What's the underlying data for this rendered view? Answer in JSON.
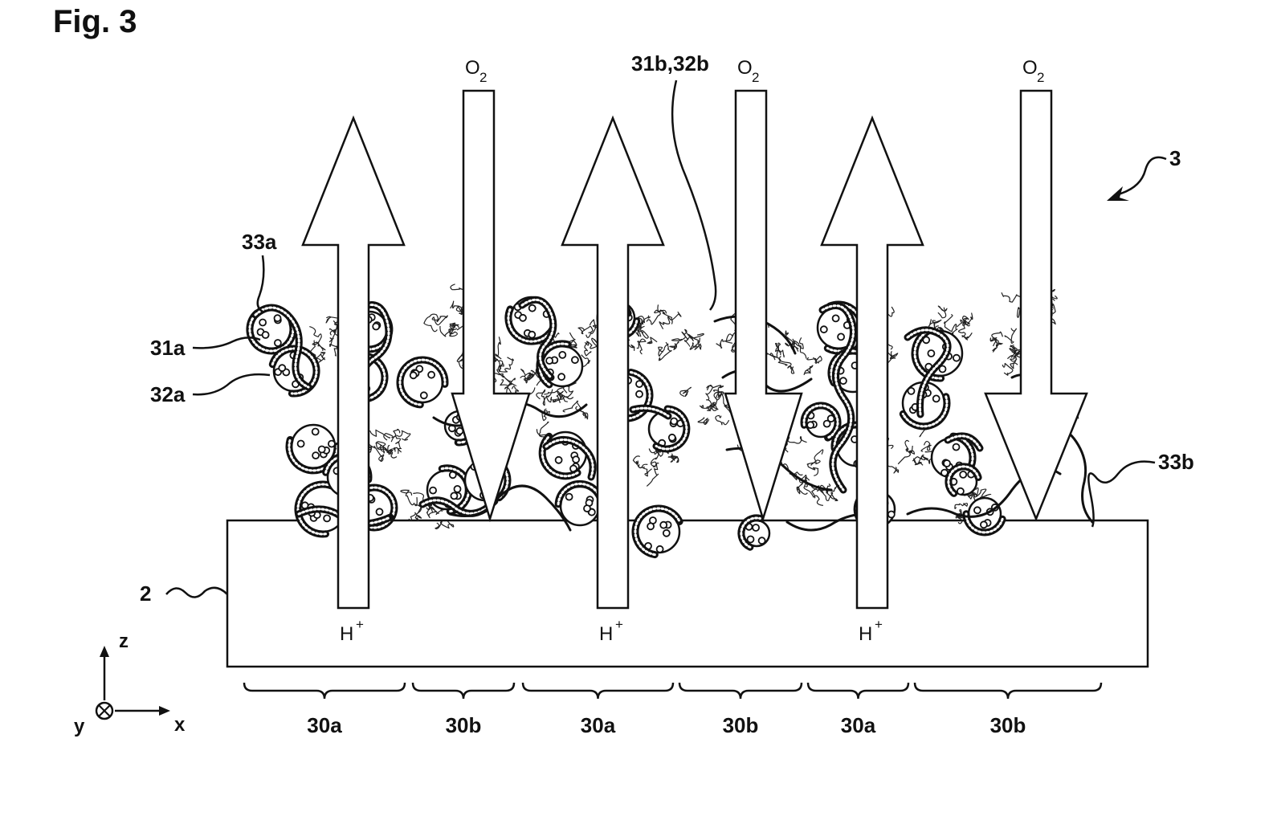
{
  "figure": {
    "title": "Fig. 3",
    "reference_3": "3",
    "substrate_ref": "2",
    "labels": {
      "l33a": "33a",
      "l31a": "31a",
      "l32a": "32a",
      "l31b32b": "31b,32b",
      "l33b": "33b"
    },
    "o2": {
      "text": "O",
      "sub": "2"
    },
    "hplus": {
      "text": "H",
      "sup": "+"
    },
    "regions": [
      "30a",
      "30b",
      "30a",
      "30b",
      "30a",
      "30b"
    ],
    "axes": {
      "z": "z",
      "y": "y",
      "x": "x"
    }
  }
}
